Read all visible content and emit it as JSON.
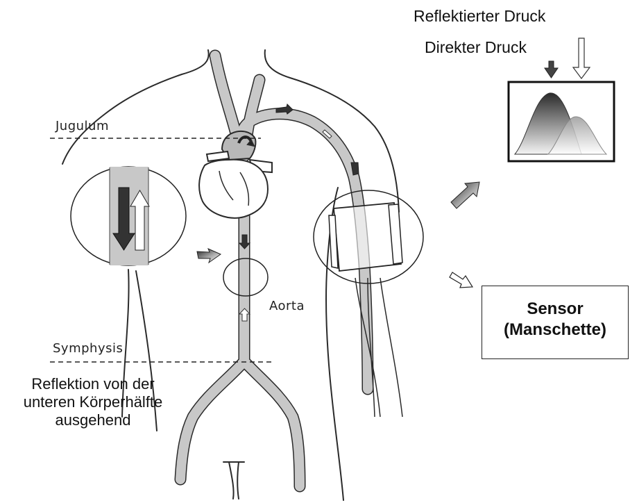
{
  "labels": {
    "reflected_pressure": "Reflektierter Druck",
    "direct_pressure": "Direkter Druck",
    "jugulum": "Jugulum",
    "symphysis": "Symphysis",
    "aorta": "Aorta",
    "reflection_lines": [
      "Reflektion von der",
      "unteren Körperhälfte",
      "ausgehend"
    ],
    "sensor_lines": [
      "Sensor",
      "(Manschette)"
    ]
  },
  "icons": {
    "heart": "heart-icon",
    "cuff": "blood-pressure-cuff-icon",
    "waveform": "pulse-waveform-icon"
  },
  "colors": {
    "vessel": "#c8c8c8",
    "outline": "#2a2a2a",
    "dark_arrow": "#3a3a3a",
    "light_arrow": "#f4f4f4"
  }
}
